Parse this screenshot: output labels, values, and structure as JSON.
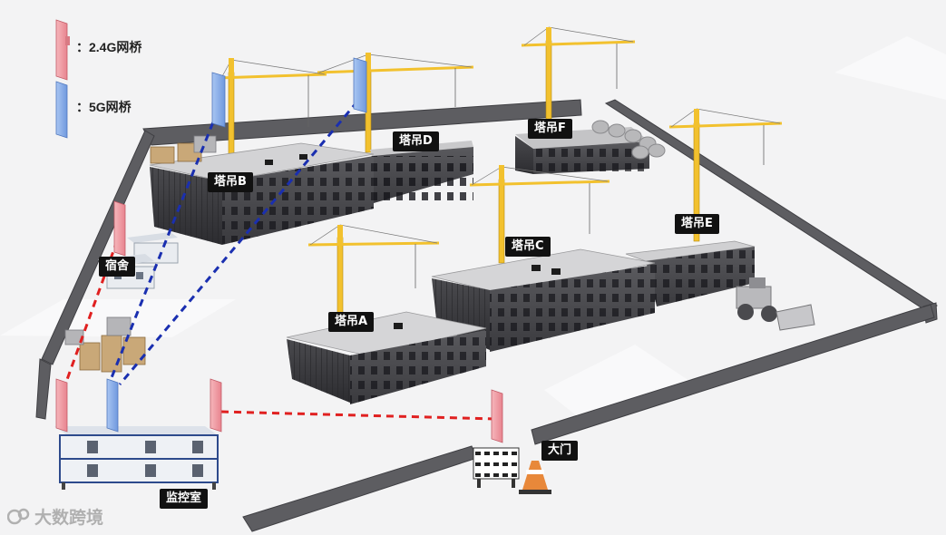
{
  "legend": {
    "items": [
      {
        "label": "：2.4G网桥",
        "color": "#f2a0a8"
      },
      {
        "label": "：5G网桥",
        "color": "#8fb4ea"
      }
    ]
  },
  "cranes": {
    "a": "塔吊A",
    "b": "塔吊B",
    "c": "塔吊C",
    "d": "塔吊D",
    "e": "塔吊E",
    "f": "塔吊F"
  },
  "places": {
    "dormitory": "宿舍",
    "monitor_room": "监控室",
    "gate": "大门"
  },
  "watermark": {
    "text": "大数跨境",
    "icon": "brand-logo-icon"
  },
  "colors": {
    "bridge_24g": "#f2a0a8",
    "bridge_5g": "#8fb4ea",
    "link_24g": "#e02020",
    "link_5g": "#1a2fb0",
    "crane": "#f2c12e"
  }
}
